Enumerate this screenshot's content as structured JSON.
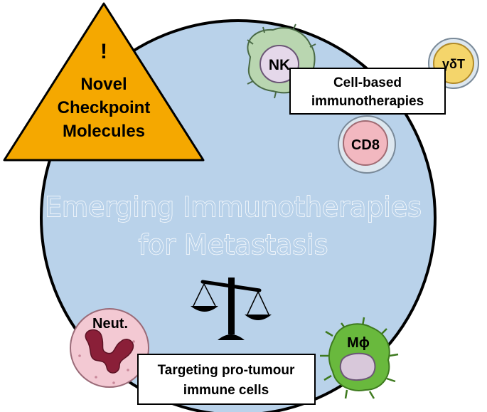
{
  "title": {
    "line1": "Emerging Immunotherapies",
    "line2": "for Metastasis"
  },
  "warning": {
    "symbol": "!",
    "line1": "Novel",
    "line2": "Checkpoint",
    "line3": "Molecules"
  },
  "cells": {
    "nk": "NK",
    "gd_t": "γδT",
    "cd8": "CD8",
    "neutrophil": "Neut.",
    "macrophage": "Mϕ"
  },
  "boxes": {
    "cell_based_line1": "Cell-based",
    "cell_based_line2": "immunotherapies",
    "targeting_line1": "Targeting pro-tumour",
    "targeting_line2": "immune cells"
  },
  "icons": {
    "scale": "balance-scale-icon"
  },
  "colors": {
    "circle_fill": "#b9d2ea",
    "triangle_fill": "#f5a800",
    "outline": "#000000",
    "nk_cell": "#b9d6b0",
    "gd_cell": "#f4d56b",
    "cd8_cell": "#f2b8c0",
    "neut_cell": "#f3c9d3",
    "neut_nucleus": "#8a1f38",
    "mac_cell": "#69b93d"
  }
}
